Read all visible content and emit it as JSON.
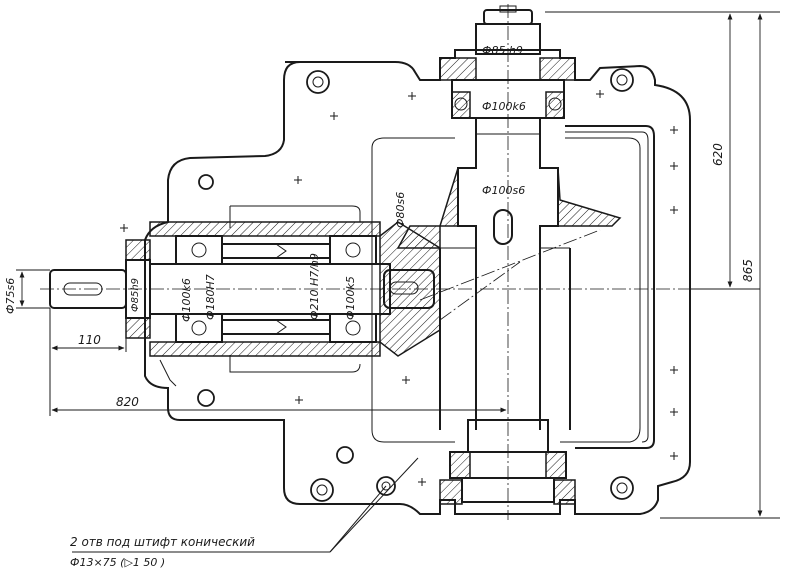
{
  "dimensions": {
    "d85h9": "Ф85 h9",
    "d100k6_top": "Ф100k6",
    "d100s6": "Ф100s6",
    "d80s6": "Ф80s6",
    "d75s6": "Ф75s6",
    "d85h9_left": "Ф85h9",
    "d100k6_left": "Ф100k6",
    "d180H7": "Ф180H7",
    "d210H7h9": "Ф210 H7/h9",
    "d100k5": "Ф100k5",
    "len110": "110",
    "len820": "820",
    "len620": "620",
    "len865": "865"
  },
  "note": {
    "line1": "2 отв под штифт конический",
    "line2": "Ф13×75 (▷1 50 )"
  }
}
